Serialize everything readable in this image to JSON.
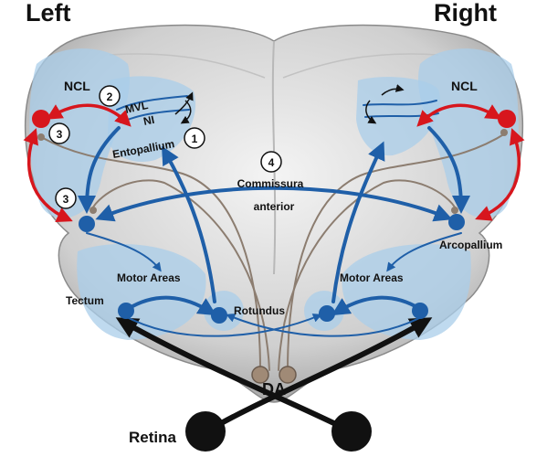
{
  "titles": {
    "left": "Left",
    "right": "Right"
  },
  "labels": {
    "ncl_left": "NCL",
    "ncl_right": "NCL",
    "mvl": "MVL",
    "ni": "NI",
    "entopallium": "Entopallium",
    "commissura_line1": "Commissura",
    "commissura_line2": "anterior",
    "arcopallium": "Arcopallium",
    "motor_areas_left": "Motor Areas",
    "motor_areas_right": "Motor Areas",
    "tectum": "Tectum",
    "rotundus": "Rotundus",
    "da": "DA",
    "retina": "Retina"
  },
  "markers": {
    "m1": "1",
    "m2": "2",
    "m3_upper": "3",
    "m3_lower": "3",
    "m4": "4"
  },
  "colors": {
    "pathway_blue": "#1f5fa8",
    "region_light_blue": "#a9cdea",
    "ncl_red": "#d7161d",
    "dopamine_brown": "#a08a76",
    "retina_black": "#111111",
    "brain_gray": "#d9d9d9"
  }
}
